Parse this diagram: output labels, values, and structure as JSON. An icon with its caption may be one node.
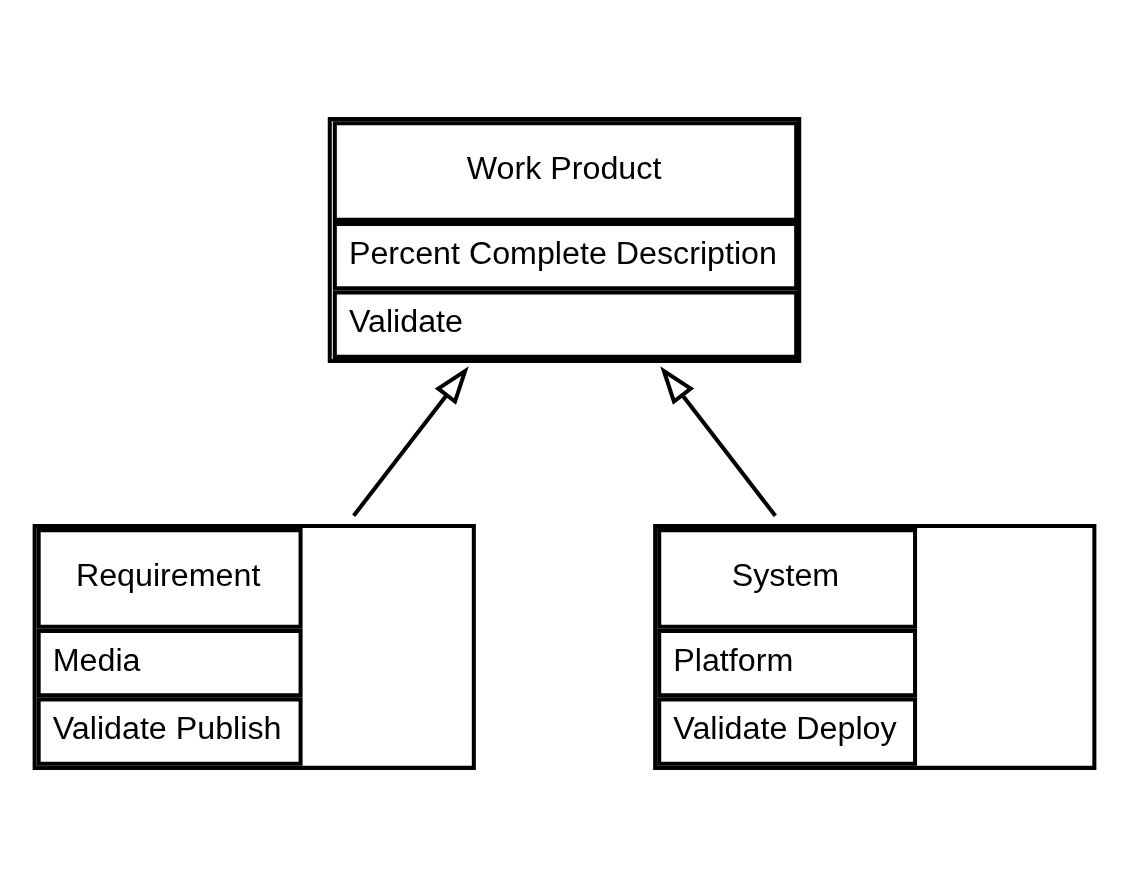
{
  "diagram": {
    "nodes": [
      {
        "text": [
          "Work Product",
          "Percent Complete Description",
          "Validate"
        ]
      },
      {
        "text": [
          "Requirement",
          "Media",
          "Validate Publish"
        ]
      },
      {
        "text": [
          "System",
          "Platform",
          "Validate Deploy"
        ]
      }
    ],
    "edges": [
      {
        "from": 1,
        "to": 0,
        "arrow": "to"
      },
      {
        "from": 2,
        "to": 0,
        "arrow": "to"
      }
    ]
  }
}
